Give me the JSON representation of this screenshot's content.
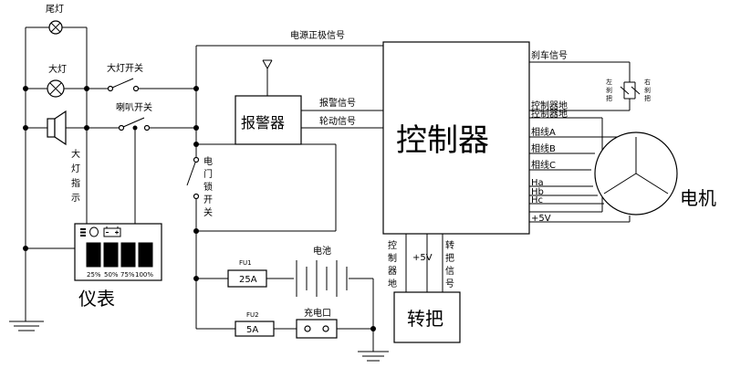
{
  "labels": {
    "tail_light": "尾灯",
    "headlight": "大灯",
    "headlight_switch": "大灯开关",
    "horn_switch": "喇叭开关",
    "headlight_indicator": [
      "大",
      "灯",
      "指",
      "示"
    ],
    "instrument": "仪表",
    "alarm": "报警器",
    "power_signal": "电源正极信号",
    "alarm_signal": "报警信号",
    "wheel_signal": "轮动信号",
    "controller": "控制器",
    "brake_signal": "刹车信号",
    "brake_left": [
      "左",
      "刹",
      "把"
    ],
    "brake_right": [
      "右",
      "刹",
      "把"
    ],
    "ctrl_ground_1": "控制器地",
    "ctrl_ground_2": "控制器地",
    "phase_a": "相线A",
    "phase_b": "相线B",
    "phase_c": "相线C",
    "ha": "Ha",
    "hb": "Hb",
    "hc": "Hc",
    "plus5v_right": "+5V",
    "motor": "电机",
    "lock_switch": [
      "电",
      "门",
      "锁",
      "开",
      "关"
    ],
    "fu1": "FU1",
    "fu1_value": "25A",
    "fu2": "FU2",
    "fu2_value": "5A",
    "battery": "电池",
    "charge_port": "充电口",
    "ctrl_ground_v": [
      "控",
      "制",
      "器",
      "地"
    ],
    "plus5v_bottom": "+5V",
    "throttle_signal": [
      "转",
      "把",
      "信",
      "号"
    ],
    "throttle": "转把",
    "battery_levels": [
      "25%",
      "50%",
      "75%",
      "100%"
    ]
  },
  "battery_level_fill": 1.0
}
